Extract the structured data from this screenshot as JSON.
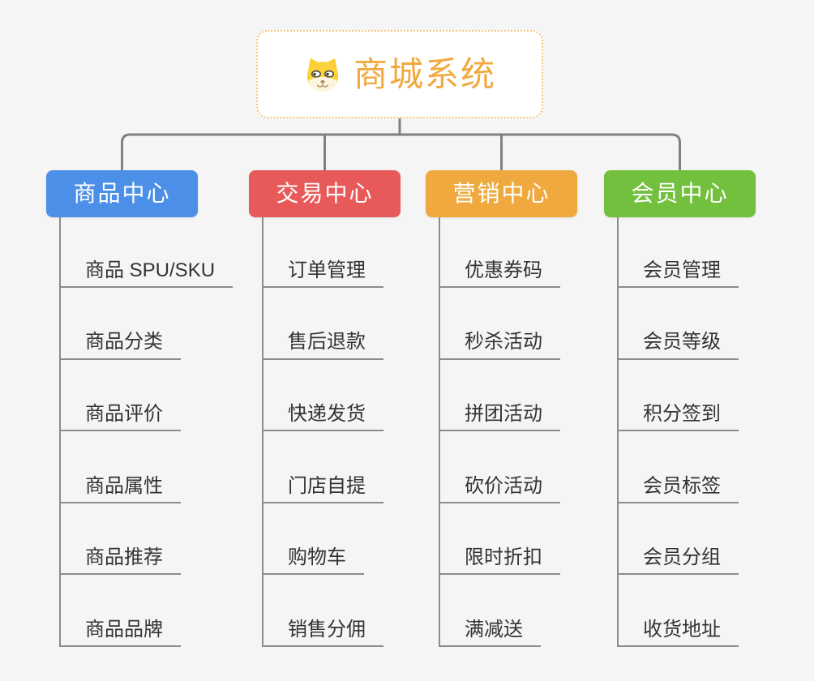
{
  "diagram": {
    "type": "mindmap-tree",
    "background": "#f5f5f5",
    "connector_color": "#808080",
    "underline_color": "#8c8c8c",
    "item_text_color": "#333333"
  },
  "root": {
    "title": "商城系统",
    "icon": "shiba-dog-icon",
    "title_color": "#f0a93c",
    "border_color": "#f4c679",
    "background": "#ffffff"
  },
  "branches": [
    {
      "label": "商品中心",
      "color": "#4b8fe8",
      "items": [
        "商品 SPU/SKU",
        "商品分类",
        "商品评价",
        "商品属性",
        "商品推荐",
        "商品品牌"
      ]
    },
    {
      "label": "交易中心",
      "color": "#e85a5a",
      "items": [
        "订单管理",
        "售后退款",
        "快递发货",
        "门店自提",
        "购物车",
        "销售分佣"
      ]
    },
    {
      "label": "营销中心",
      "color": "#efa93e",
      "items": [
        "优惠券码",
        "秒杀活动",
        "拼团活动",
        "砍价活动",
        "限时折扣",
        "满减送"
      ]
    },
    {
      "label": "会员中心",
      "color": "#73c03e",
      "items": [
        "会员管理",
        "会员等级",
        "积分签到",
        "会员标签",
        "会员分组",
        "收货地址"
      ]
    }
  ]
}
